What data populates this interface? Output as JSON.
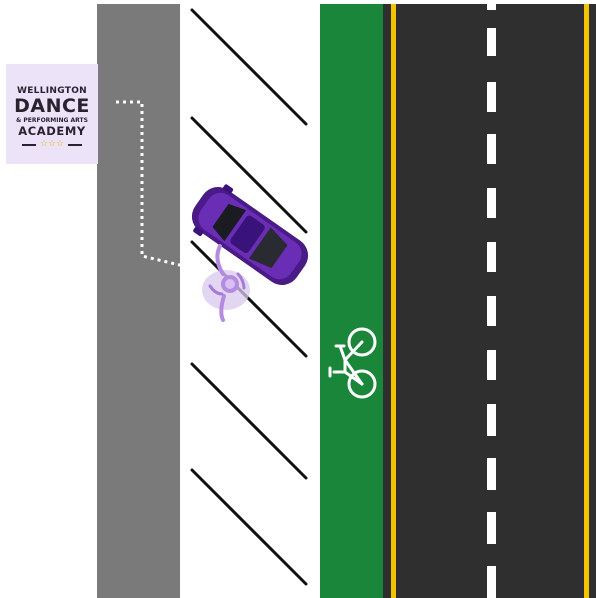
{
  "logo": {
    "line1": "WELLINGTON",
    "line2": "DANCE",
    "line3": "& PERFORMING ARTS",
    "line4": "ACADEMY",
    "stars": "☆☆☆",
    "background_color": "#ece3f8"
  },
  "colors": {
    "sidewalk": "#7a7a7a",
    "bike_lane": "#19863a",
    "road": "#2f2f2f",
    "road_edge_line": "#f2c300",
    "center_dash": "#ffffff",
    "car_body": "#4a1a86",
    "person": "#b58be0"
  },
  "icons": {
    "bike_lane_symbol": "bicycle-icon",
    "vehicle": "car-icon",
    "pedestrian": "person-icon"
  }
}
